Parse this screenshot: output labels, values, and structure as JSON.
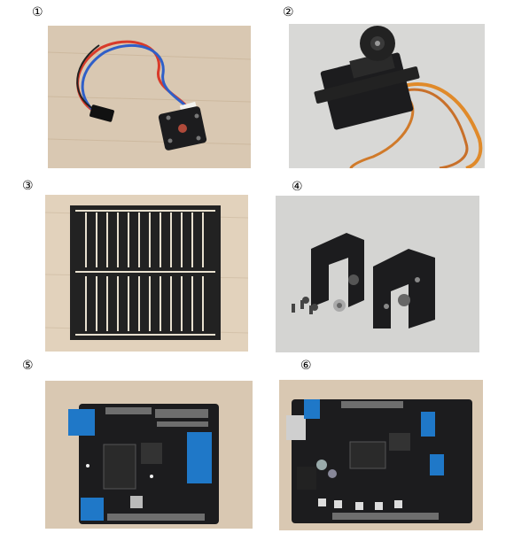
{
  "labels": [
    "①",
    "②",
    "③",
    "④",
    "⑤",
    "⑥"
  ],
  "photos": [
    {
      "subject": "light-sensor-module-with-cable"
    },
    {
      "subject": "servo-motor"
    },
    {
      "subject": "rain-sensor-board"
    },
    {
      "subject": "servo-bracket-kit"
    },
    {
      "subject": "io-expansion-shield"
    },
    {
      "subject": "motor-driver-controller-board"
    }
  ],
  "colors": {
    "wood": "#d9c8b2",
    "wood_dark": "#c4ae94",
    "grey_bg": "#d8d8d6",
    "pcb": "#1c1c1e",
    "terminal_blue": "#1f78c8",
    "wire_red": "#d83a2a",
    "wire_blue": "#2f5fc8",
    "wire_orange": "#e08a2a"
  }
}
